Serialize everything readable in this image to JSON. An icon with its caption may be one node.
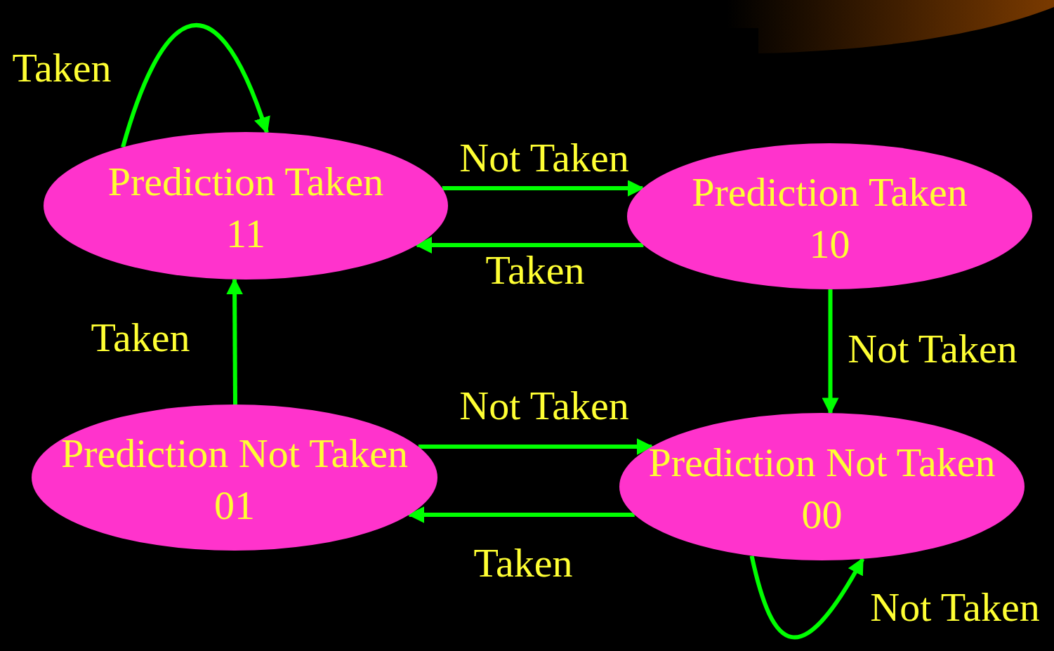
{
  "diagram": {
    "nodes": [
      {
        "text": [
          "Prediction Taken",
          "11"
        ]
      },
      {
        "text": [
          "Prediction Taken",
          "10"
        ]
      },
      {
        "text": [
          "Prediction Not Taken",
          "01"
        ]
      },
      {
        "text": [
          "Prediction Not Taken",
          "00"
        ]
      }
    ],
    "edges": [
      {
        "from": 0,
        "to": 0,
        "arrow": "to",
        "label": "Taken"
      },
      {
        "from": 0,
        "to": 1,
        "arrow": "to",
        "label": "Not Taken"
      },
      {
        "from": 1,
        "to": 0,
        "arrow": "to",
        "label": "Taken"
      },
      {
        "from": 1,
        "to": 3,
        "arrow": "to",
        "label": "Not Taken"
      },
      {
        "from": 2,
        "to": 0,
        "arrow": "to",
        "label": "Taken"
      },
      {
        "from": 2,
        "to": 3,
        "arrow": "to",
        "label": "Not Taken"
      },
      {
        "from": 3,
        "to": 2,
        "arrow": "to",
        "label": "Taken"
      },
      {
        "from": 3,
        "to": 3,
        "arrow": "to",
        "label": "Not Taken"
      }
    ]
  }
}
